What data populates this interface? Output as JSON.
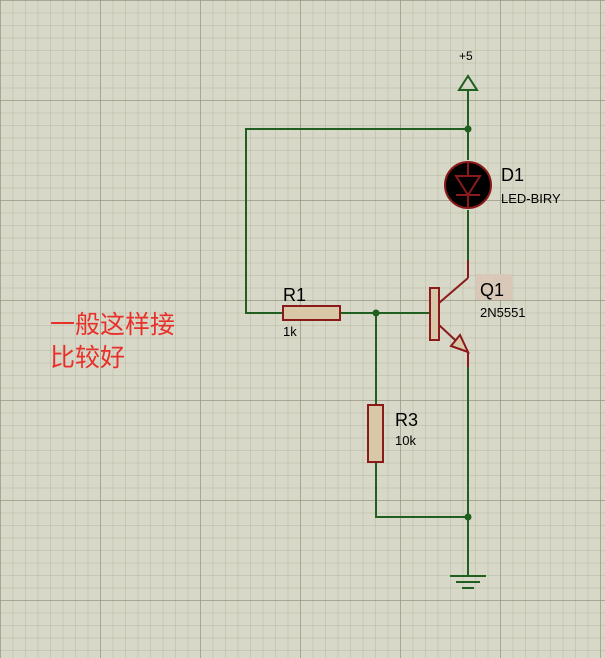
{
  "power": {
    "label": "+5"
  },
  "components": {
    "d1": {
      "ref": "D1",
      "value": "LED-BIRY"
    },
    "q1": {
      "ref": "Q1",
      "value": "2N5551"
    },
    "r1": {
      "ref": "R1",
      "value": "1k"
    },
    "r3": {
      "ref": "R3",
      "value": "10k"
    }
  },
  "annotation": {
    "line1": "一般这样接",
    "line2": "比较好"
  },
  "colors": {
    "wire": "#1f5f1f",
    "component": "#8b1a1a",
    "led_body": "#000000",
    "background": "#d8d8c8",
    "annotation": "#e8302a"
  }
}
